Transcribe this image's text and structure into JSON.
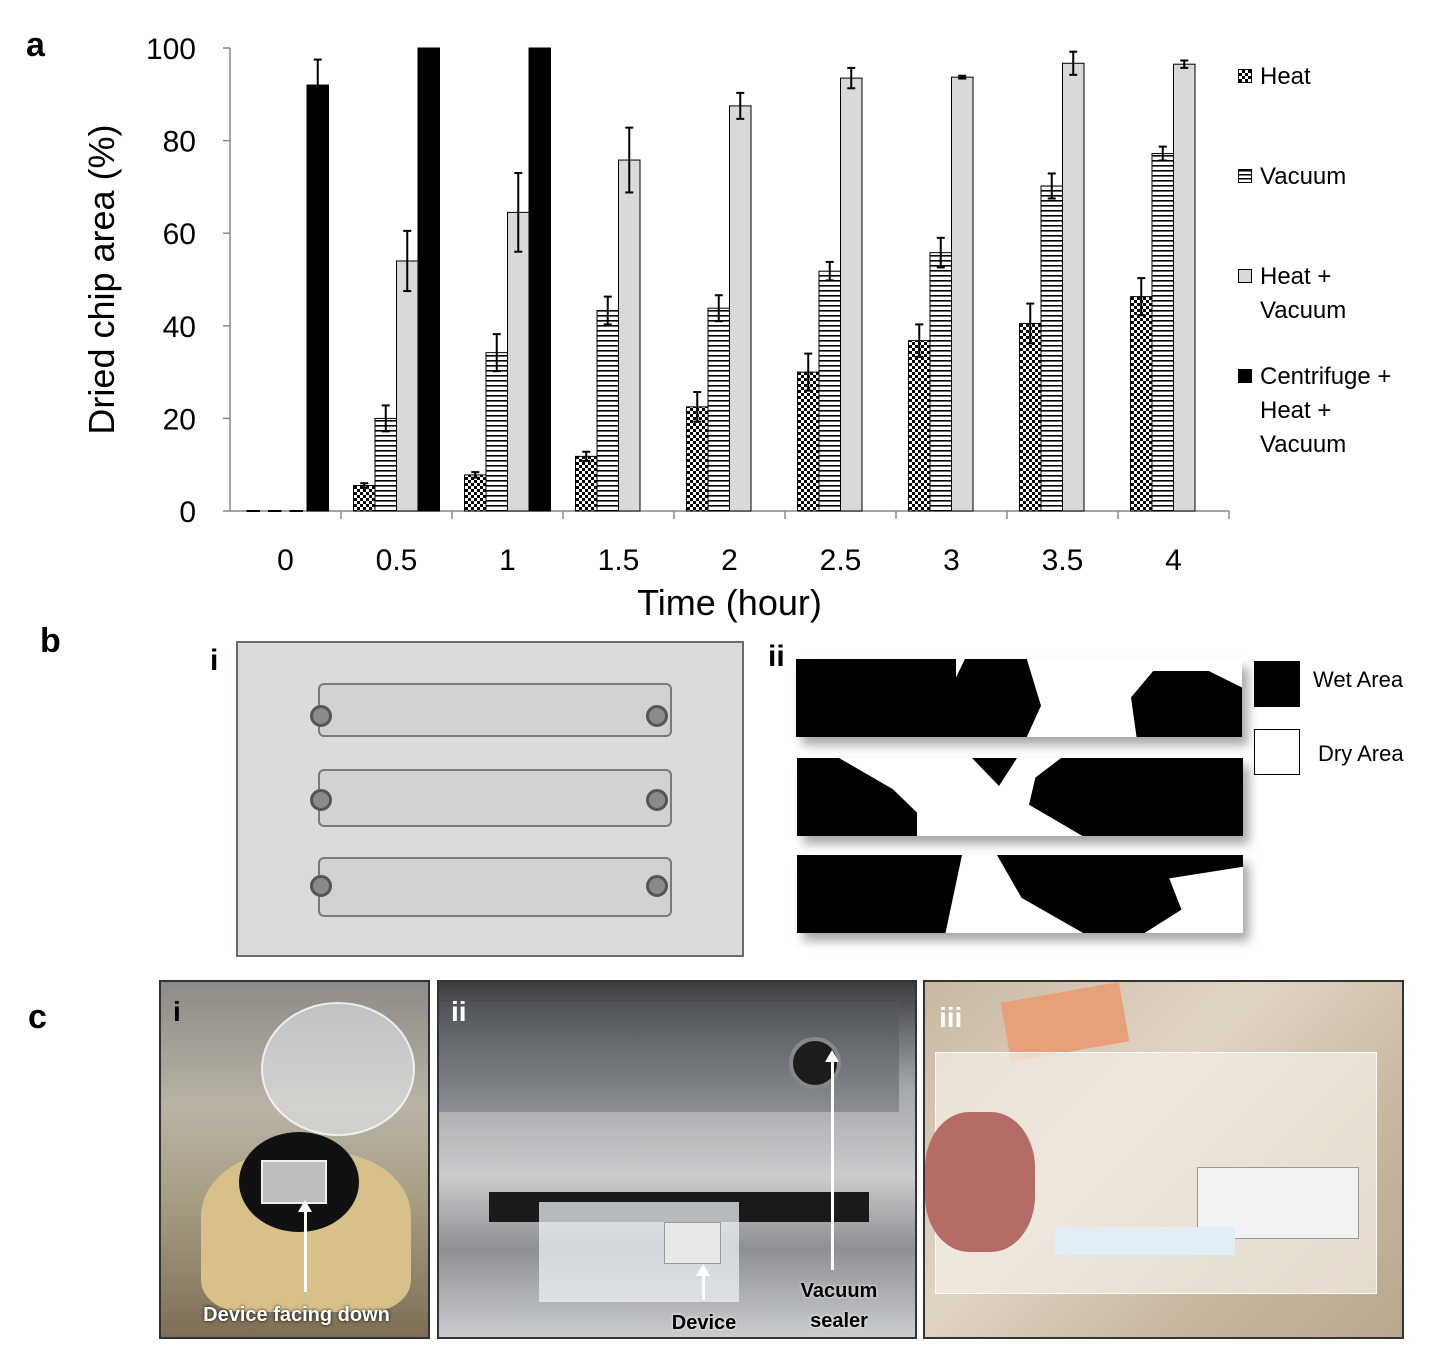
{
  "panels": {
    "a": "a",
    "b": "b",
    "c": "c"
  },
  "chart_data": {
    "type": "bar",
    "title": "",
    "xlabel": "Time (hour)",
    "ylabel": "Dried chip area (%)",
    "ylim": [
      0,
      100
    ],
    "yticks": [
      0,
      20,
      40,
      60,
      80,
      100
    ],
    "categories": [
      "0",
      "0.5",
      "1",
      "1.5",
      "2",
      "2.5",
      "3",
      "3.5",
      "4"
    ],
    "legend_position": "right",
    "series": [
      {
        "name": "Heat",
        "pattern": "checker",
        "values": [
          0,
          5.5,
          7.8,
          11.8,
          22.5,
          30,
          36.8,
          40.5,
          46.3
        ],
        "errors": [
          0,
          0.5,
          0.6,
          1,
          3.2,
          4,
          3.5,
          4.3,
          4
        ]
      },
      {
        "name": "Vacuum",
        "pattern": "hlines",
        "values": [
          0,
          20,
          34.2,
          43.3,
          43.8,
          51.8,
          55.8,
          70.2,
          77.2
        ],
        "errors": [
          0,
          2.8,
          4,
          3,
          2.8,
          2,
          3.2,
          2.7,
          1.5
        ]
      },
      {
        "name": "Heat + Vacuum",
        "pattern": "light-gray",
        "values": [
          0,
          54,
          64.5,
          75.8,
          87.5,
          93.5,
          93.7,
          96.7,
          96.5
        ],
        "errors": [
          0,
          6.5,
          8.5,
          7,
          2.8,
          2.2,
          0.3,
          2.5,
          0.8
        ]
      },
      {
        "name": "Centrifuge + Heat + Vacuum",
        "pattern": "black",
        "values": [
          92,
          100,
          100,
          null,
          null,
          null,
          null,
          null,
          null
        ],
        "errors": [
          5.5,
          0,
          0,
          null,
          null,
          null,
          null,
          null,
          null
        ]
      }
    ],
    "legend_labels": [
      "Heat",
      "Vacuum",
      "Heat +\nVacuum",
      "Centrifuge +\nHeat +\nVacuum"
    ]
  },
  "panel_b": {
    "label_i": "i",
    "label_ii": "ii",
    "wet_label": "Wet Area",
    "dry_label": "Dry Area"
  },
  "panel_c": {
    "label_i": "i",
    "label_ii": "ii",
    "label_iii": "iii",
    "device_facing_down": "Device facing down",
    "device": "Device",
    "vacuum_sealer": "Vacuum\nsealer"
  }
}
